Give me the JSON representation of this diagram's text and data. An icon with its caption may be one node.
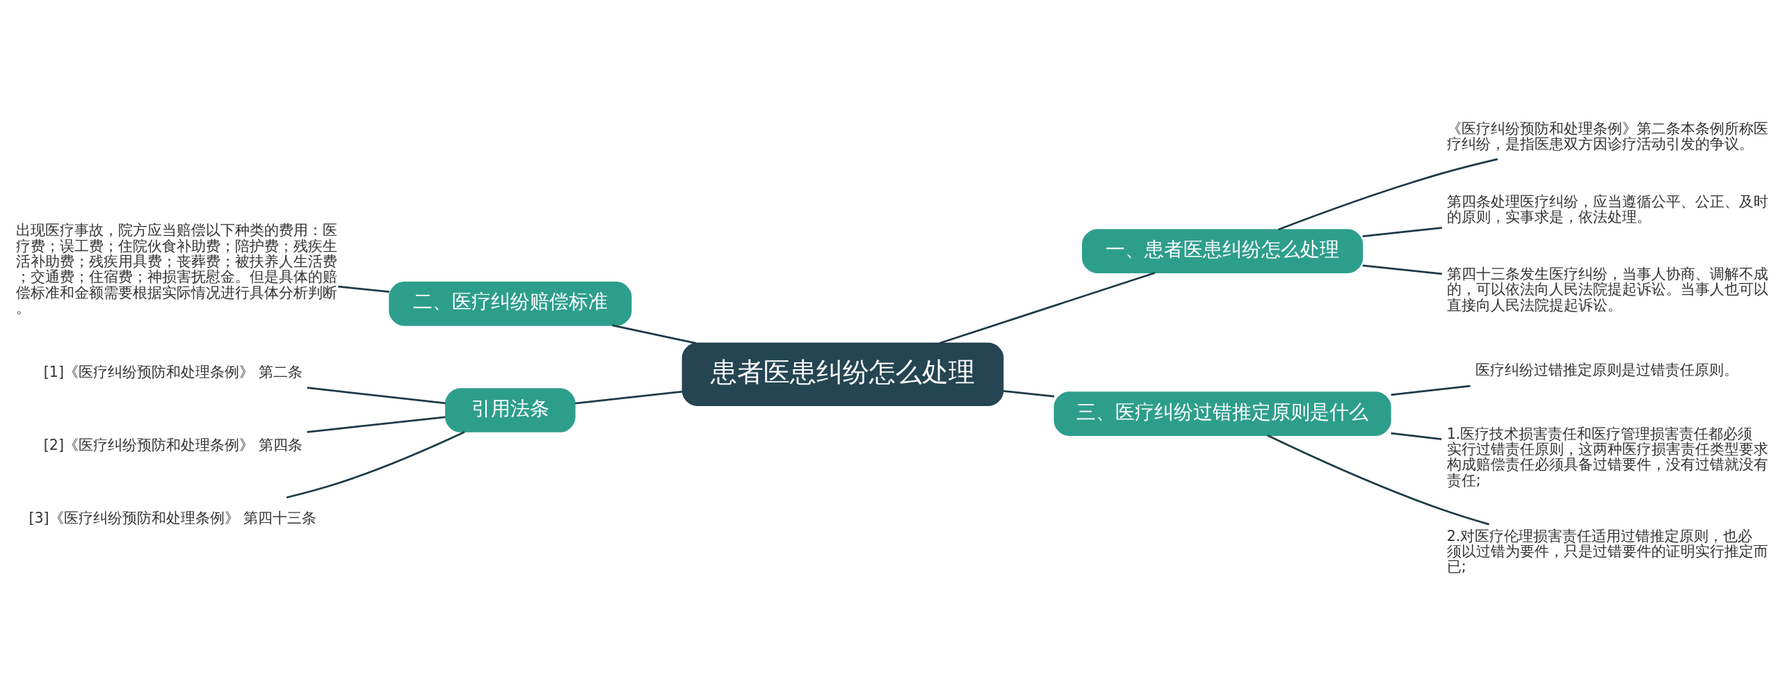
{
  "diagram": {
    "nodes": [
      {
        "text": [
          "患者医患纠纷怎么处理"
        ]
      },
      {
        "text": [
          "一、患者医患纠纷怎么处理"
        ]
      },
      {
        "text": [
          "《医疗纠纷预防和处理条例》第二条本条例所称医疗纠纷，是指医患双方因诊疗活动引发的争议。"
        ]
      },
      {
        "text": [
          "第四条处理医疗纠纷，应当遵循公平、公正、及时的原则，实事求是，依法处理。"
        ]
      },
      {
        "text": [
          "第四十三条发生医疗纠纷，当事人协商、调解不成的，可以依法向人民法院提起诉讼。当事人也可以直接向人民法院提起诉讼。"
        ]
      },
      {
        "text": [
          "二、医疗纠纷赔偿标准"
        ]
      },
      {
        "text": [
          "出现医疗事故，院方应当赔偿以下种类的费用：医疗费；误工费；住院伙食补助费；陪护费；残疾生活补助费；残疾用具费；丧葬费；被扶养人生活费；交通费；住宿费；神损害抚慰金。但是具体的赔偿标准和金额需要根据实际情况进行具体分析判断。"
        ]
      },
      {
        "text": [
          "引用法条"
        ]
      },
      {
        "text": [
          "[1]《医疗纠纷预防和处理条例》 第二条"
        ]
      },
      {
        "text": [
          "[2]《医疗纠纷预防和处理条例》 第四条"
        ]
      },
      {
        "text": [
          "[3]《医疗纠纷预防和处理条例》 第四十三条"
        ]
      },
      {
        "text": [
          "三、医疗纠纷过错推定原则是什么"
        ]
      },
      {
        "text": [
          "医疗纠纷过错推定原则是过错责任原则。"
        ]
      },
      {
        "text": [
          "1.医疗技术损害责任和医疗管理损害责任都必须实行过错责任原则，这两种医疗损害责任类型要求构成赔偿责任必须具备过错要件，没有过错就没有责任;"
        ]
      },
      {
        "text": [
          "2.对医疗伦理损害责任适用过错推定原则，也必须以过错为要件，只是过错要件的证明实行推定而已;"
        ]
      }
    ],
    "edges": [
      {
        "from": 0,
        "to": 1,
        "arrow": "none"
      },
      {
        "from": 1,
        "to": 2,
        "arrow": "none"
      },
      {
        "from": 1,
        "to": 3,
        "arrow": "none"
      },
      {
        "from": 1,
        "to": 4,
        "arrow": "none"
      },
      {
        "from": 0,
        "to": 5,
        "arrow": "none"
      },
      {
        "from": 5,
        "to": 6,
        "arrow": "none"
      },
      {
        "from": 0,
        "to": 7,
        "arrow": "none"
      },
      {
        "from": 7,
        "to": 8,
        "arrow": "none"
      },
      {
        "from": 7,
        "to": 9,
        "arrow": "none"
      },
      {
        "from": 7,
        "to": 10,
        "arrow": "none"
      },
      {
        "from": 0,
        "to": 11,
        "arrow": "none"
      },
      {
        "from": 11,
        "to": 12,
        "arrow": "none"
      },
      {
        "from": 11,
        "to": 13,
        "arrow": "none"
      },
      {
        "from": 11,
        "to": 14,
        "arrow": "none"
      }
    ]
  }
}
